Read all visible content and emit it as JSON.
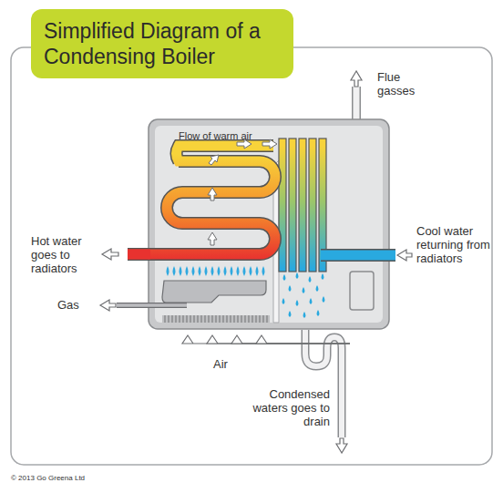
{
  "diagram": {
    "title": "Simplified Diagram of a Condensing Boiler",
    "labels": [
      "Flue gasses",
      "Hot water goes to radiators",
      "Cool water returning from radiators",
      "Gas",
      "Air",
      "Condensed waters goes to drain",
      "Flow of warm air",
      "© 2013 Go Greena Ltd"
    ]
  }
}
